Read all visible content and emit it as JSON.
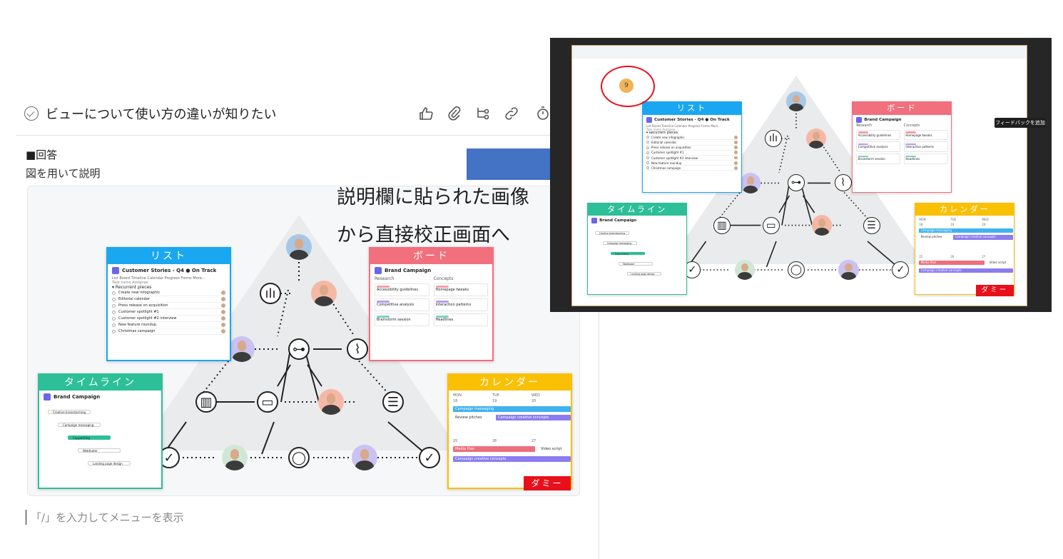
{
  "task": {
    "title": "ビューについて使い方の違いが知りたい",
    "header_icons": [
      "thumbs-up-icon",
      "paperclip-icon",
      "subtask-icon",
      "link-icon",
      "timer-icon"
    ]
  },
  "description": {
    "heading": "■回答",
    "subtext": "図を用いて説明",
    "command_hint": "「/」を入力してメニューを表示"
  },
  "collage": {
    "list_title": "リスト",
    "board_title": "ボード",
    "timeline_title": "タイムライン",
    "calendar_title": "カレンダー",
    "dummy_label": "ダミー",
    "list_project": "Customer Stories - Q4",
    "list_status": "On Track",
    "list_section": "Recurrent pieces",
    "list_tabs": "List  Board  Timeline  Calendar  Progress  Forms  More...",
    "list_col_task": "Task name",
    "list_col_assignee": "Assignee",
    "list_items": [
      "Create new infographic",
      "Editorial calendar",
      "Press release on acquisition",
      "Customer spotlight #1",
      "Customer spotlight #2 interview",
      "New feature roundup",
      "Christmas campaign"
    ],
    "board_project": "Brand Campaign",
    "board_columns": [
      "Research",
      "Concepts"
    ],
    "board_cards_left": [
      "Accessibility guidelines",
      "Competitive analysis",
      "Brainstorm session"
    ],
    "board_cards_right": [
      "Homepage tweaks",
      "Interaction patterns",
      "Headlines"
    ],
    "timeline_project": "Brand Campaign",
    "timeline_items": [
      "Creative brainstorming",
      "Campaign messaging",
      "Copywriting",
      "Webfooter",
      "Landing page design"
    ],
    "calendar_days": [
      "MON",
      "TUE",
      "WED"
    ],
    "calendar_dates": [
      "18",
      "19",
      "20",
      "25",
      "26",
      "27"
    ],
    "calendar_events": [
      "Campaign messaging",
      "Review pitches",
      "Campaign creative concepts",
      "Media Plan",
      "Video script",
      "Campaign creative concepts"
    ]
  },
  "annotation": {
    "line1": "説明欄に貼られた画像",
    "line2": "から直接校正画面へ"
  },
  "screenshot": {
    "count": "9",
    "feedback_tooltip": "フィードバックを追加"
  },
  "colors": {
    "list": "#1aa7f2",
    "board": "#f26f7d",
    "timeline": "#2dbf97",
    "calendar": "#f9c004",
    "dummy": "#e8101b",
    "arrow": "#4472c4"
  }
}
